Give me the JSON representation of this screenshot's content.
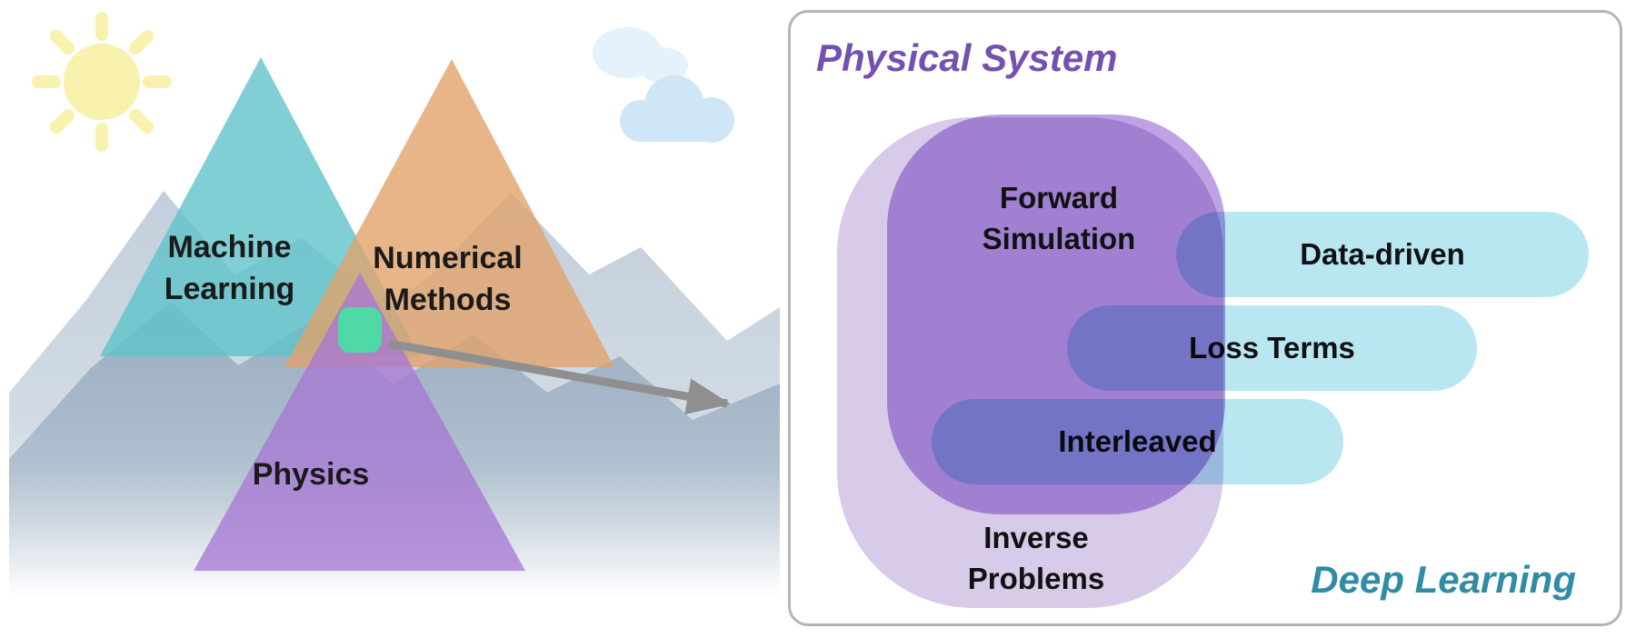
{
  "figure": {
    "left_scene": {
      "triangles": {
        "machine_learning": {
          "label": "Machine\nLearning",
          "color": "#5fc3cb"
        },
        "numerical_methods": {
          "label": "Numerical\nMethods",
          "color": "#e2a36b"
        },
        "physics": {
          "label": "Physics",
          "color": "#a678d4"
        }
      },
      "intersection_marker": {
        "fill": "#4ed9a6",
        "stroke": "#2fae85"
      },
      "decorations": {
        "sun_color": "#f8f2ae",
        "cloud_color_light": "#e6f2fb",
        "cloud_color": "#cfe6f7",
        "mountain_back_color": "#bfccd9",
        "mountain_front_color": "#95aabe",
        "arrow_color": "#8f8f8f"
      }
    },
    "right_panel": {
      "title": {
        "label": "Physical System",
        "color": "#7450b0"
      },
      "footer": {
        "label": "Deep Learning",
        "color": "#2f8ca4"
      },
      "blobs": {
        "forward_simulation": {
          "label": "Forward\nSimulation",
          "color": "#bfa1e5"
        },
        "inverse_problems": {
          "label": "Inverse\nProblems",
          "color": "#d7cbe9"
        }
      },
      "pills": {
        "color": "#b8e7f2",
        "items": [
          {
            "label": "Data-driven"
          },
          {
            "label": "Loss Terms"
          },
          {
            "label": "Interleaved"
          }
        ]
      }
    }
  }
}
